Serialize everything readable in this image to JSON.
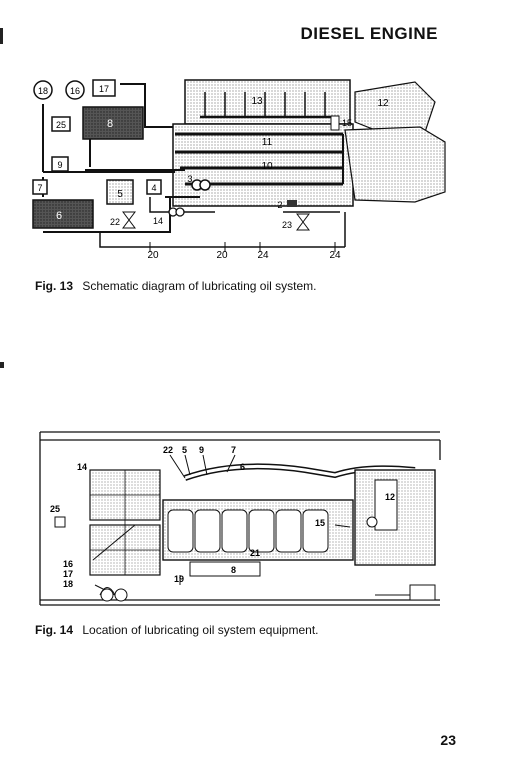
{
  "header": {
    "title": "DIESEL ENGINE"
  },
  "page_number": "23",
  "fig13": {
    "label": "Fig. 13",
    "caption": "Schematic diagram of lubricating oil system.",
    "callouts": {
      "c18": "18",
      "c16": "16",
      "c17": "17",
      "c25": "25",
      "c8": "8",
      "c9": "9",
      "c13": "13",
      "c12": "12",
      "c15": "15",
      "c11": "11",
      "c10": "10",
      "c3": "3",
      "c7": "7",
      "c5": "5",
      "c4": "4",
      "c6": "6",
      "c22": "22",
      "c14": "14",
      "c2": "2",
      "c23": "23",
      "c20a": "20",
      "c20b": "20",
      "c24a": "24",
      "c24b": "24"
    }
  },
  "fig14": {
    "label": "Fig. 14",
    "caption": "Location of lubricating oil system equipment.",
    "callouts": {
      "c22": "22",
      "c5": "5",
      "c9": "9",
      "c7": "7",
      "c6": "6",
      "c14": "14",
      "c25": "25",
      "c12": "12",
      "c15": "15",
      "c21": "21",
      "c8": "8",
      "c16": "16",
      "c17": "17",
      "c18": "18",
      "c19": "19"
    }
  }
}
